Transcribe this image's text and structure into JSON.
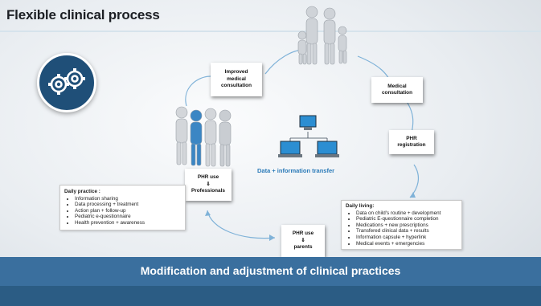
{
  "slide": {
    "title": "Flexible clinical process",
    "icon": "gears-icon",
    "banner": "Modification and adjustment of clinical practices",
    "transfer_label": "Data + information transfer"
  },
  "steps": {
    "improved": [
      "Improved",
      "medical",
      "consultation"
    ],
    "medical": [
      "Medical",
      "consultation"
    ],
    "phr_registration": [
      "PHR",
      "registration"
    ],
    "phr_professionals": [
      "PHR use",
      "⇓",
      "Professionals"
    ],
    "phr_parents": [
      "PHR use",
      "⇓",
      "parents"
    ]
  },
  "daily_practice": {
    "heading": "Daily practice :",
    "items": [
      "Information sharing",
      "Data processing + treatment",
      "Action plan + follow-up",
      "Pediatric e-questionnaire",
      "Health prevention + awareness"
    ]
  },
  "daily_living": {
    "heading": "Daily living:",
    "items": [
      "Data on child's routine + development",
      "Pediatric E-questionnaire completion",
      "Medications + new prescriptions",
      "Transfered clinical data + results",
      "Information capsule + hyperlink",
      "Medical events + emergencies"
    ]
  }
}
